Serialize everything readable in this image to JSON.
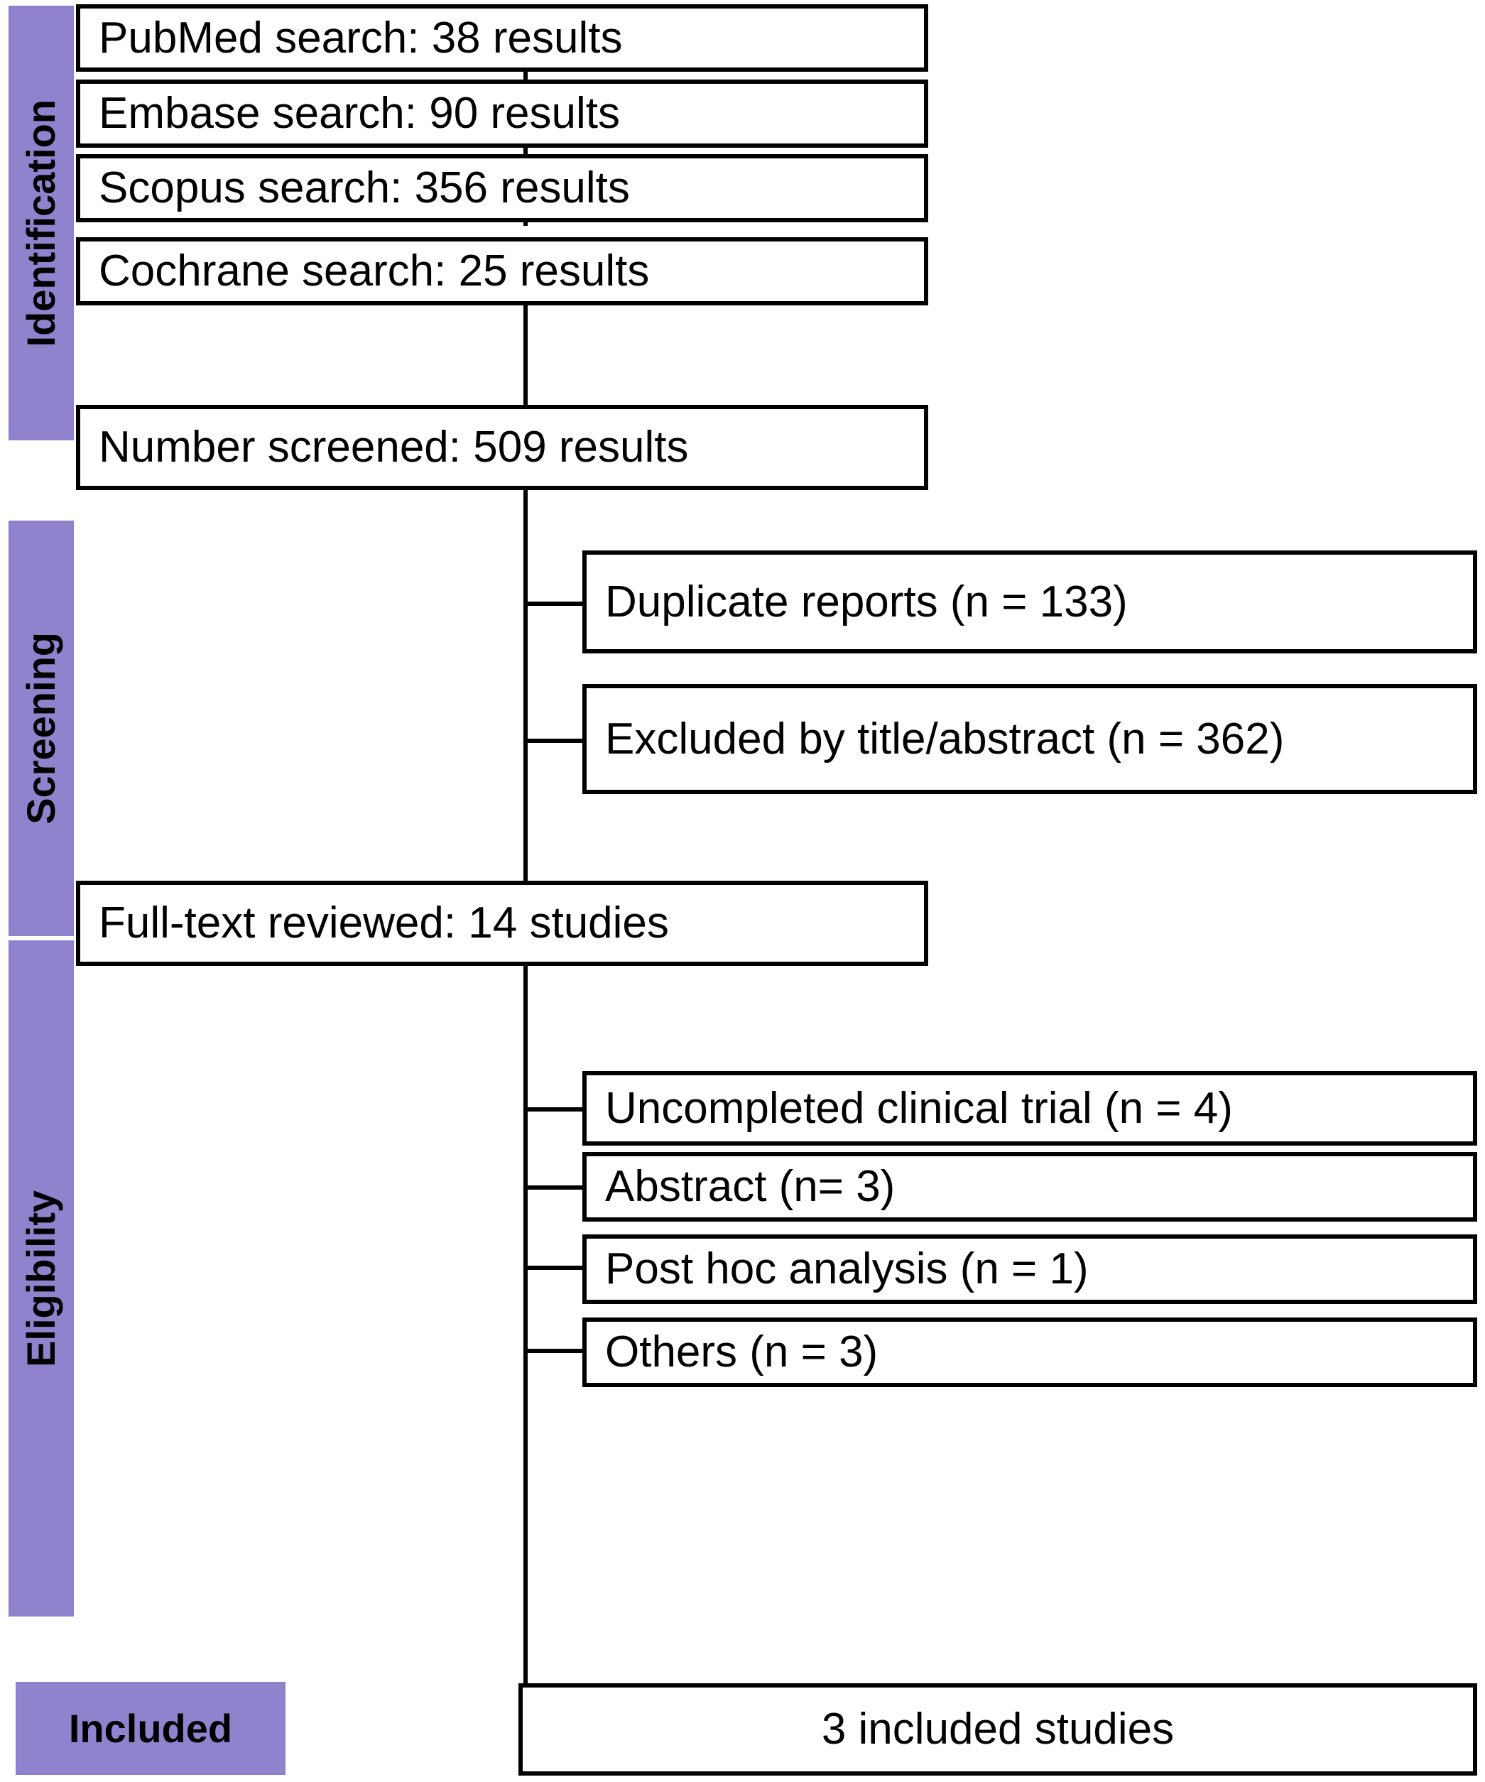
{
  "diagram": {
    "title": "PRISMA study selection flow diagram",
    "accent_purple": "#9182CE",
    "line_color": "#000000",
    "box_fill": "#ffffff"
  },
  "stages": [
    {
      "id": "identification",
      "label": "Identification"
    },
    {
      "id": "screening",
      "label": "Screening"
    },
    {
      "id": "eligibility",
      "label": "Eligibility"
    },
    {
      "id": "included",
      "label": "Included"
    }
  ],
  "identification": {
    "boxes": [
      {
        "id": "pubmed",
        "text": "PubMed search: 38 results",
        "source": "PubMed",
        "count": 38
      },
      {
        "id": "embase",
        "text": "Embase search: 90 results",
        "source": "Embase",
        "count": 90
      },
      {
        "id": "scopus",
        "text": "Scopus search: 356 results",
        "source": "Scopus",
        "count": 356
      },
      {
        "id": "cochrane",
        "text": "Cochrane search: 25 results",
        "source": "Cochrane",
        "count": 25
      }
    ]
  },
  "screening": {
    "main": {
      "id": "screened",
      "text": "Number screened: 509 results",
      "count": 509
    },
    "exclusions": [
      {
        "id": "duplicates",
        "text": "Duplicate reports (n = 133)",
        "reason": "Duplicate reports",
        "n": 133
      },
      {
        "id": "title-abstract",
        "text": "Excluded by title/abstract  (n = 362)",
        "reason": "Excluded by title/abstract",
        "n": 362
      }
    ]
  },
  "eligibility": {
    "main": {
      "id": "fulltext",
      "text": "Full-text reviewed: 14 studies",
      "count": 14
    },
    "exclusions": [
      {
        "id": "uncompleted-trial",
        "text": "Uncompleted clinical trial  (n = 4)",
        "reason": "Uncompleted clinical trial",
        "n": 4
      },
      {
        "id": "abstract-only",
        "text": "Abstract (n= 3)",
        "reason": "Abstract",
        "n": 3
      },
      {
        "id": "post-hoc",
        "text": "Post hoc analysis  (n = 1)",
        "reason": "Post hoc analysis",
        "n": 1
      },
      {
        "id": "others",
        "text": "Others  (n = 3)",
        "reason": "Others",
        "n": 3
      }
    ]
  },
  "included": {
    "main": {
      "id": "included-studies",
      "text": "3 included studies",
      "count": 3
    }
  }
}
